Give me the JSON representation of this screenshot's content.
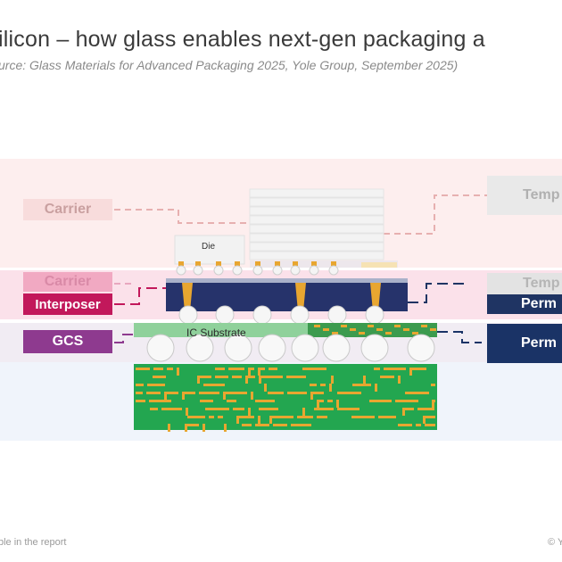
{
  "header": {
    "title": "ilicon – how glass enables next-gen packaging a",
    "subtitle": "urce: Glass Materials for Advanced Packaging 2025, Yole Group, September 2025)"
  },
  "left_labels": {
    "carrier_top": "Carrier",
    "carrier_mid": "Carrier",
    "interposer": "Interposer",
    "gcs": "GCS"
  },
  "right_labels": {
    "temp_top": "Temp",
    "temp_mid": "Temp",
    "perm_mid": "Perm",
    "perm_low": "Perm"
  },
  "package": {
    "die_label": "Die",
    "substrate_label": "IC Substrate"
  },
  "colors": {
    "interposer": "#c2185b",
    "gcs": "#8e3a8f",
    "permanent": "#1f3463",
    "pcb_green": "#21a64a",
    "copper": "#e8a630",
    "interposer_body": "#26336b"
  },
  "footer": {
    "left": "ble in the report",
    "right": "© Y"
  }
}
